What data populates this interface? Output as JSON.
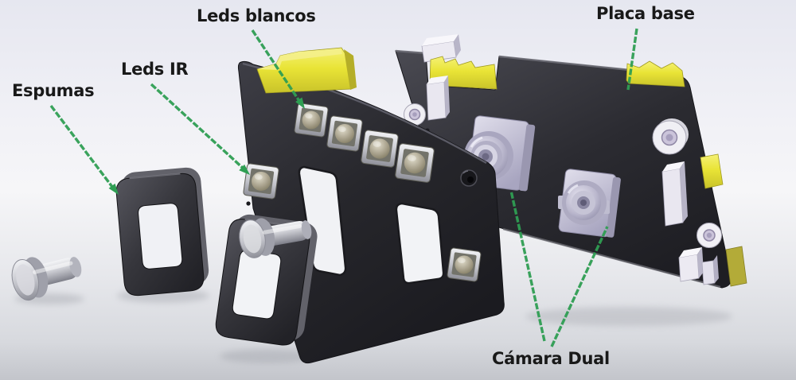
{
  "diagram": {
    "labels": {
      "espumas": "Espumas",
      "leds_ir": "Leds IR",
      "leds_blancos": "Leds blancos",
      "placa_base": "Placa base",
      "camara_dual": "Cámara Dual"
    },
    "colors": {
      "annotation_green": "#2f9e53",
      "label_text": "#191919",
      "pcb_dark": "#2b2b31",
      "connector_yellow": "#e9e436",
      "hardware_lavender": "#cdcbdd",
      "metal_gray": "#c6c7cd",
      "background_top": "#e7e8f0",
      "background_bottom": "#c5c7cd"
    }
  }
}
